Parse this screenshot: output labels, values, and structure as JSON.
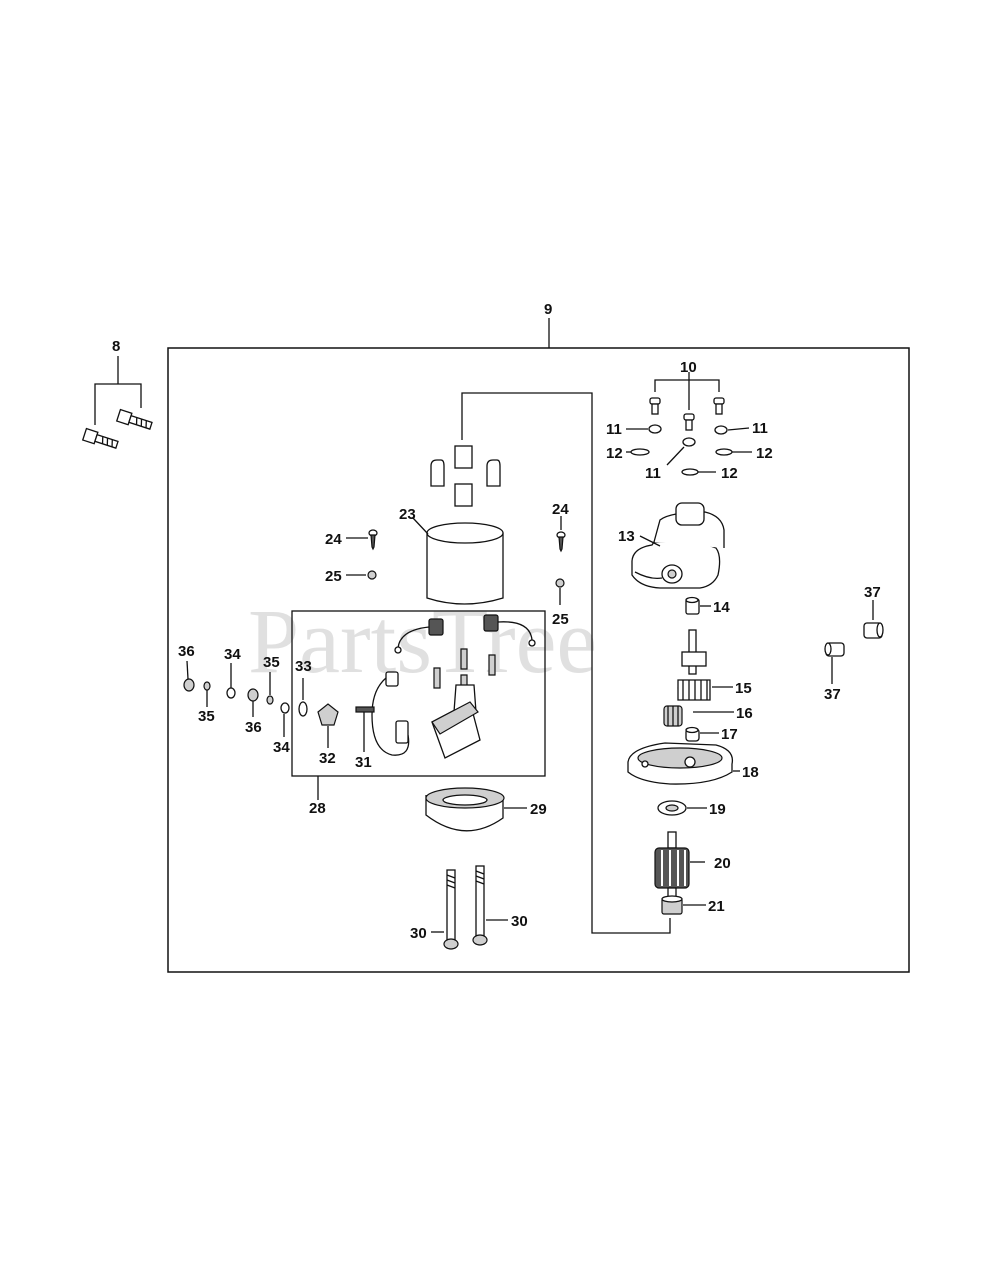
{
  "watermark": "PartsTree",
  "callouts": {
    "c8": "8",
    "c9": "9",
    "c10": "10",
    "c11a": "11",
    "c11b": "11",
    "c11c": "11",
    "c12a": "12",
    "c12b": "12",
    "c12c": "12",
    "c13": "13",
    "c14": "14",
    "c15": "15",
    "c16": "16",
    "c17": "17",
    "c18": "18",
    "c19": "19",
    "c20": "20",
    "c21": "21",
    "c23": "23",
    "c24a": "24",
    "c24b": "24",
    "c25a": "25",
    "c25b": "25",
    "c28": "28",
    "c29": "29",
    "c30a": "30",
    "c30b": "30",
    "c31": "31",
    "c32": "32",
    "c33": "33",
    "c34a": "34",
    "c34b": "34",
    "c35a": "35",
    "c35b": "35",
    "c36a": "36",
    "c36b": "36",
    "c37a": "37",
    "c37b": "37"
  }
}
